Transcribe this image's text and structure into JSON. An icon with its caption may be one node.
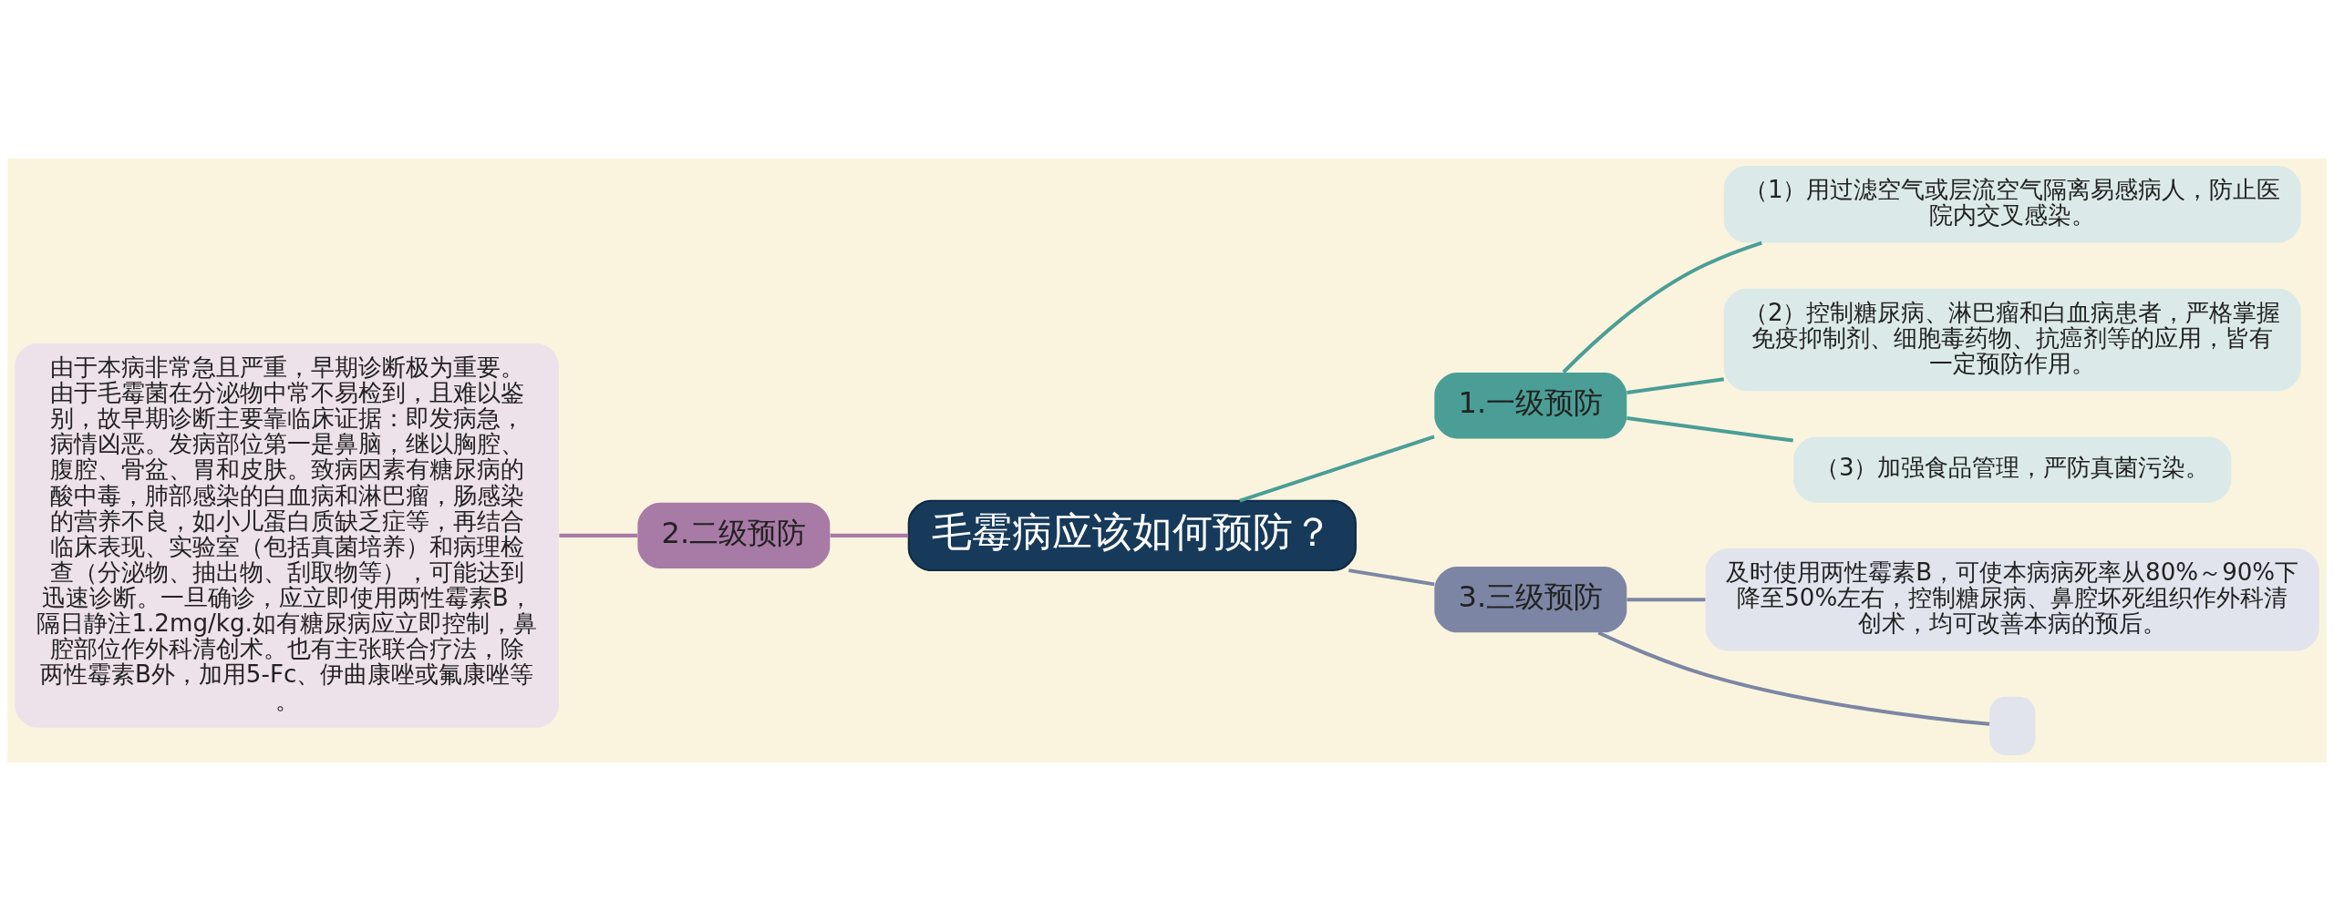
{
  "diagram": {
    "nodes": [
      {
        "text": [
          "毛霉病应该如何预防？"
        ]
      },
      {
        "text": [
          "1.一级预防"
        ]
      },
      {
        "text": [
          "（1）用过滤空气或层流空气隔离易感病人，防止医院内交叉感染。"
        ]
      },
      {
        "text": [
          "（2）控制糖尿病、淋巴瘤和白血病患者，严格掌握免疫抑制剂、细胞毒药物、抗癌剂等的应用，皆有一定预防作用。"
        ]
      },
      {
        "text": [
          "（3）加强食品管理，严防真菌污染。"
        ]
      },
      {
        "text": [
          "2.二级预防"
        ]
      },
      {
        "text": [
          "由于本病非常急且严重，早期诊断极为重要。由于毛霉菌在分泌物中常不易检到，且难以鉴别，故早期诊断主要靠临床证据：即发病急，病情凶恶。发病部位第一是鼻脑，继以胸腔、腹腔、骨盆、胃和皮肤。致病因素有糖尿病的酸中毒，肺部感染的白血病和淋巴瘤，肠感染的营养不良，如小儿蛋白质缺乏症等，再结合临床表现、实验室（包括真菌培养）和病理检查（分泌物、抽出物、刮取物等），可能达到迅速诊断。一旦确诊，应立即使用两性霉素B，隔日静注1.2mg/kg.如有糖尿病应立即控制，鼻腔部位作外科清创术。也有主张联合疗法，除两性霉素B外，加用5-Fc、伊曲康唑或氟康唑等。"
        ]
      },
      {
        "text": [
          "3.三级预防"
        ]
      },
      {
        "text": [
          "及时使用两性霉素B，可使本病病死率从80%～90%下降至50%左右，控制糖尿病、鼻腔坏死组织作外科清创术，均可改善本病的预后。"
        ]
      },
      {
        "text": [],
        "shape": "box"
      }
    ],
    "edges": [
      {
        "from": 0,
        "to": 1,
        "arrow": "none"
      },
      {
        "from": 1,
        "to": 2,
        "arrow": "none"
      },
      {
        "from": 1,
        "to": 3,
        "arrow": "none"
      },
      {
        "from": 1,
        "to": 4,
        "arrow": "none"
      },
      {
        "from": 0,
        "to": 5,
        "arrow": "none",
        "color": "#a87aa6"
      },
      {
        "from": 5,
        "to": 6,
        "arrow": "none",
        "color": "#a87aa6"
      },
      {
        "from": 0,
        "to": 7,
        "arrow": "none",
        "color": "#7c86a4"
      },
      {
        "from": 7,
        "to": 8,
        "arrow": "none",
        "color": "#7c86a4"
      },
      {
        "from": 7,
        "to": 9,
        "arrow": "none",
        "color": "#7c86a4"
      }
    ]
  }
}
